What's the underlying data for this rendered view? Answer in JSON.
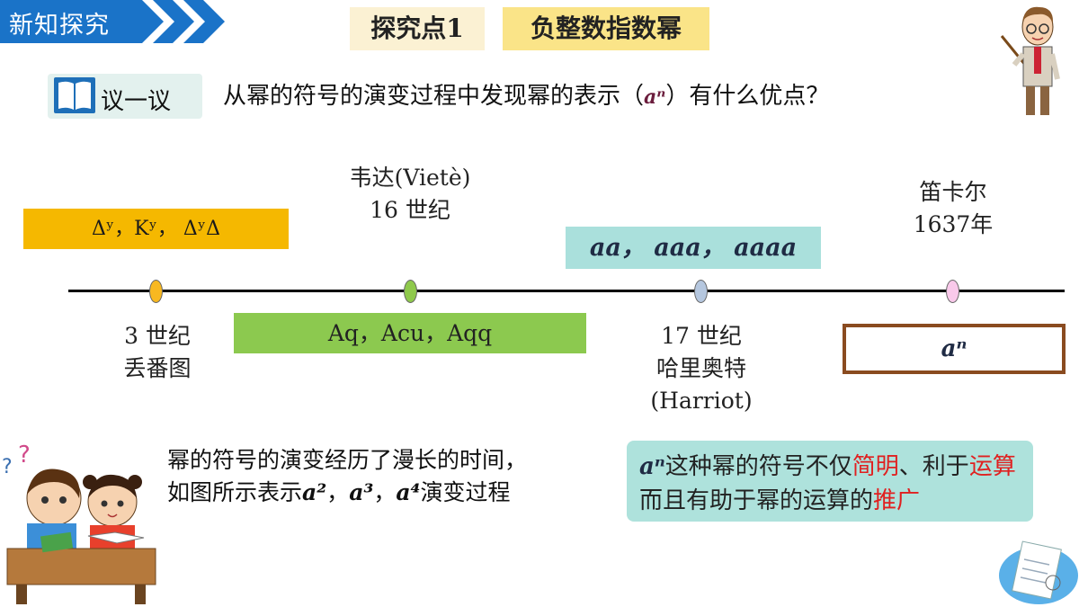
{
  "header": {
    "title": "新知探究"
  },
  "tags": {
    "point": "探究点1",
    "topic": "负整数指数幂"
  },
  "discuss": {
    "label": "议一议",
    "question_pre": "从幂的符号的演变过程中发现幂的表示（",
    "question_an": "aⁿ",
    "question_post": "）有什么优点？"
  },
  "timeline": {
    "events": [
      {
        "top": "",
        "bottom": [
          "3 世纪",
          "丢番图"
        ],
        "notation": "Δʸ，Kʸ， ΔʸΔ",
        "color": "#f5b800"
      },
      {
        "top": [
          "韦达(Vietè)",
          "16 世纪"
        ],
        "notation": "Aq，Acu，Aqq",
        "color": "#8cc94f"
      },
      {
        "bottom": [
          "17 世纪",
          "哈里奥特",
          "(Harriot)"
        ],
        "notation": "aa， aaa， aaaa",
        "color": "#aae0dc"
      },
      {
        "top": [
          "笛卡尔",
          "1637年"
        ],
        "notation": "aⁿ",
        "color": "#8a4b20"
      }
    ]
  },
  "description": {
    "line1": "幂的符号的演变经历了漫长的时间，",
    "line2_pre": "如图所示表示",
    "sym1": "a²",
    "sep": "，",
    "sym2": "a³",
    "sym3": "a⁴",
    "line2_post": "演变过程"
  },
  "note": {
    "an": "aⁿ",
    "t1": "这种幂的符号不仅",
    "r1": "简明",
    "t2": "、利于",
    "r2": "运算",
    "t3": "而且有助于幂的运算的",
    "r3": "推广"
  }
}
